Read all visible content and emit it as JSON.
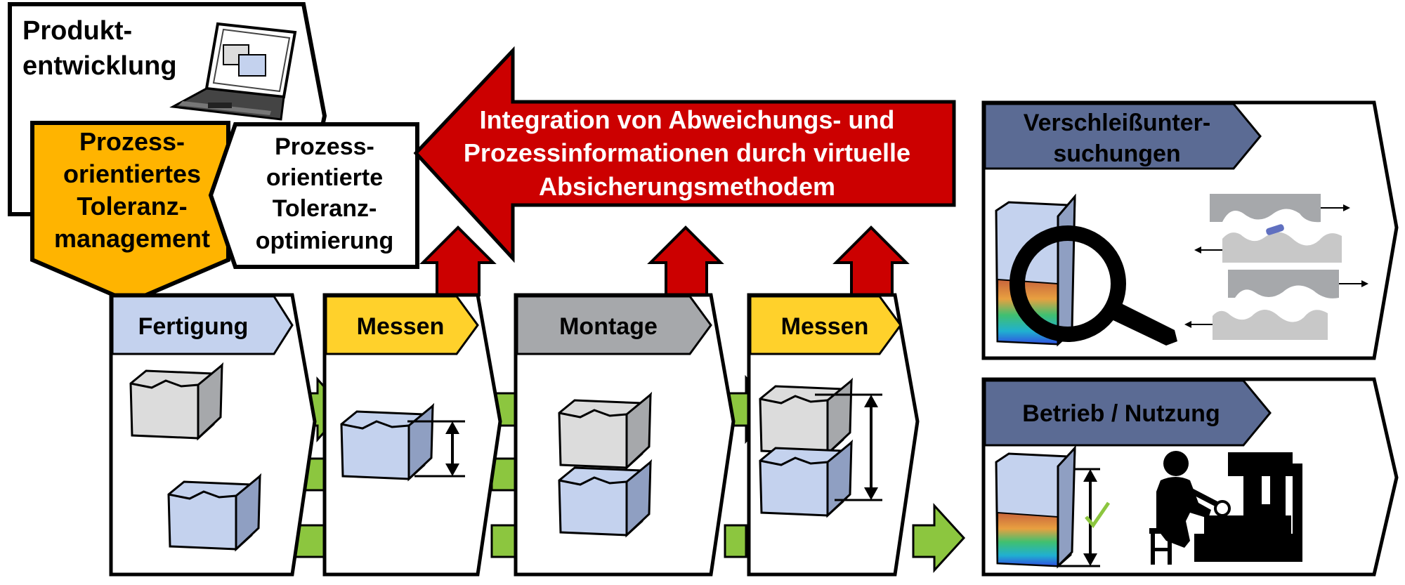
{
  "colors": {
    "blue_header": "#5b6b94",
    "light_blue": "#c4d2ee",
    "yellow": "#ffd12b",
    "orange": "#ffb400",
    "grey": "#a6a8ab",
    "red": "#cc0000",
    "green": "#8cc63f",
    "block_grey": "#dcdcdc"
  },
  "product": {
    "line1": "Produkt-",
    "line2": "entwicklung"
  },
  "tolerance_mgmt": {
    "line1": "Prozess-",
    "line2": "orientiertes",
    "line3": "Toleranz-",
    "line4": "management"
  },
  "tolerance_opt": {
    "line1": "Prozess-",
    "line2": "orientierte",
    "line3": "Toleranz-",
    "line4": "optimierung"
  },
  "integration": {
    "line1": "Integration von Abweichungs- und",
    "line2": "Prozessinformationen durch virtuelle",
    "line3": "Absicherungsmethodem"
  },
  "process_steps": [
    {
      "label": "Fertigung"
    },
    {
      "label": "Messen"
    },
    {
      "label": "Montage"
    },
    {
      "label": "Messen"
    }
  ],
  "wear": {
    "line1": "Verschleißunter-",
    "line2": "suchungen"
  },
  "operation": {
    "label": "Betrieb / Nutzung"
  },
  "icons": [
    "laptop-icon",
    "magnifier-icon",
    "worker-machine-icon",
    "checkmark-icon"
  ]
}
